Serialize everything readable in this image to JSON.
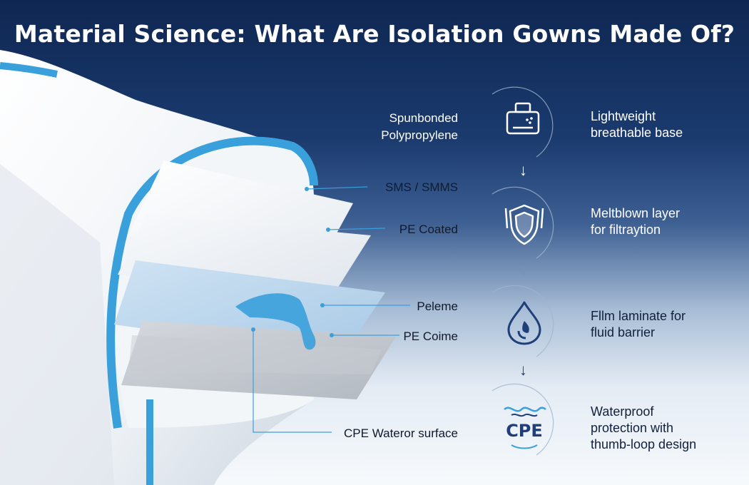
{
  "title": "Material Science: What Are Isolation Gowns Made Of?",
  "layer_labels": {
    "top_left": [
      "Spunbonded",
      "Polypropylene"
    ],
    "sms": "SMS / SMMS",
    "pe_coated": "PE Coated",
    "peleme": "Peleme",
    "pe_coime": "PE Coime",
    "cpe_surface": "CPE Wateror surface"
  },
  "steps": [
    {
      "icon": "printer-icon",
      "lines": [
        "Lightweight",
        "breathable base"
      ]
    },
    {
      "icon": "shield-icon",
      "lines": [
        "Meltblown layer",
        "for filtraytion"
      ]
    },
    {
      "icon": "droplet-icon",
      "lines": [
        "Fllm laminate for",
        "fluid barrier"
      ]
    },
    {
      "icon": "cpe-wave-icon",
      "badge": "CPE",
      "lines": [
        "Waterproof",
        "protection with",
        "thumb-loop design"
      ]
    }
  ],
  "arrow_glyph": "↓",
  "colors": {
    "background_top": "#0f2752",
    "background_bottom": "#f6f9fc",
    "accent_blue": "#3aa0dc",
    "icon_navy": "#1f3f7a"
  }
}
